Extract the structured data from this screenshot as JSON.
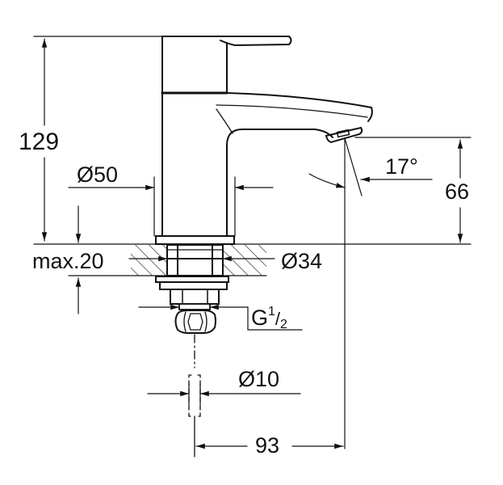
{
  "diagram": {
    "type": "technical dimension drawing",
    "subject": "single-hole basin tap side elevation",
    "colors": {
      "line": "#111111",
      "background": "#ffffff"
    },
    "dimensions": {
      "overall_height": "129",
      "body_diameter": "Ø50",
      "spout_height": "66",
      "spout_angle": "17°",
      "deck_thickness": "max.20",
      "hole_diameter": "Ø34",
      "thread_prefix": "G",
      "thread_num": "1",
      "thread_den": "2",
      "supply_diameter": "Ø10",
      "projection": "93"
    }
  }
}
